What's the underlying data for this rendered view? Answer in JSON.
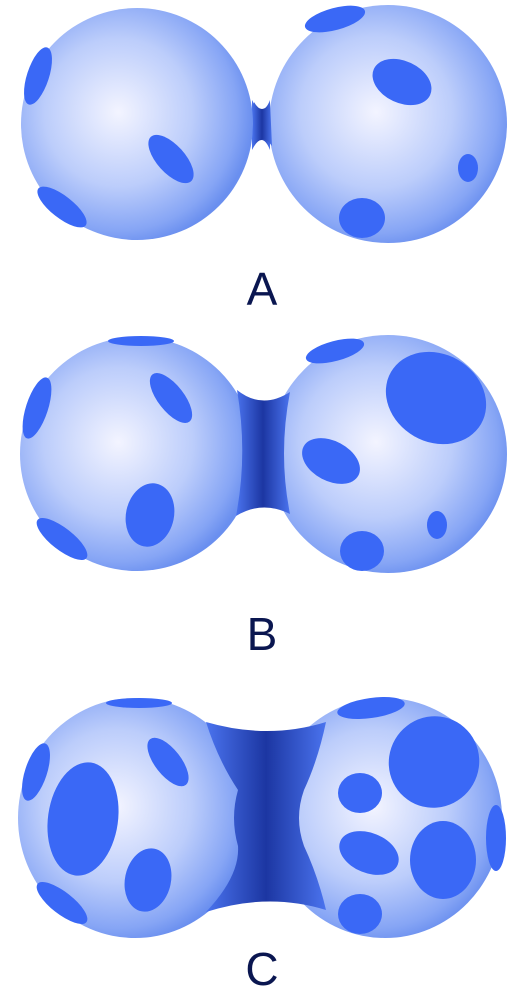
{
  "figure": {
    "panels": [
      {
        "id": "A",
        "label": "A"
      },
      {
        "id": "B",
        "label": "B"
      },
      {
        "id": "C",
        "label": "C"
      }
    ]
  },
  "colors": {
    "sphere_light": "#f3f4ff",
    "sphere_mid": "#a9c0fb",
    "sphere_dark": "#5f87ee",
    "spot": "#3a68f6",
    "neck_dark": "#1e3aa8",
    "neck_mid": "#3c64e8",
    "label": "#0a1650",
    "background": "#ffffff"
  }
}
